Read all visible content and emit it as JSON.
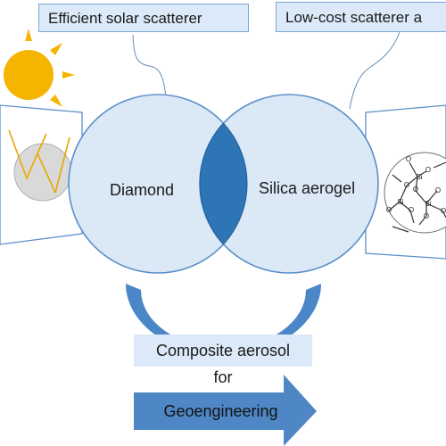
{
  "labels": {
    "efficient": "Efficient solar scatterer",
    "lowcost": "Low-cost scatterer a",
    "diamond": "Diamond",
    "silica": "Silica aerogel",
    "composite": "Composite aerosol",
    "for": "for",
    "geoengineering": "Geoengineering"
  },
  "molecule": {
    "atoms": [
      "O",
      "Si",
      "O",
      "O",
      "Si",
      "O",
      "O",
      "Si",
      "O",
      "O",
      "O",
      "O"
    ]
  },
  "colors": {
    "circle_fill": "#dbe8f6",
    "circle_stroke": "#5b8fc9",
    "overlap": "#2e75b6",
    "arc": "#4a86c8",
    "arrow": "#4f87c6",
    "sun": "#f4b400",
    "ray": "#e8a800",
    "box_fill": "#dbe9f8"
  }
}
